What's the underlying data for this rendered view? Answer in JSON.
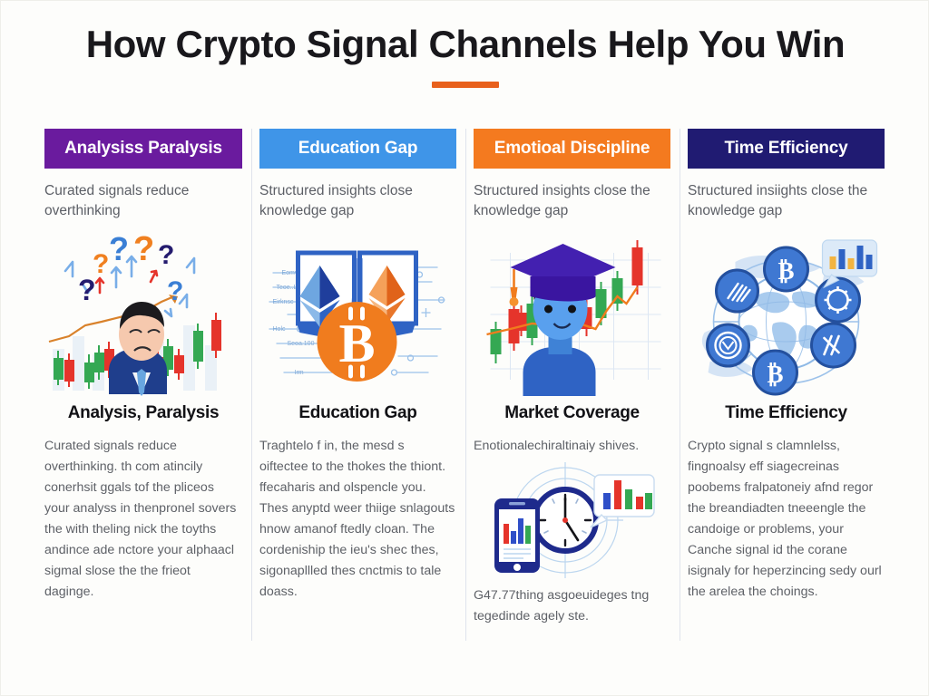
{
  "header": {
    "title": "How Crypto Signal Channels Help You Win",
    "accent_color": "#e8601c"
  },
  "columns": [
    {
      "badge_label": "Analysiss Paralysis",
      "badge_color": "#6a1b9e",
      "subtitle": "Curated signals reduce overthinking",
      "illustration": "confused-trader-question-marks-candlestick-icon",
      "heading": "Analysis, Paralysis",
      "body": "Curated signals reduce overthinking. th com atincily conerhsit ggals tof the pliceos your analyss in thenpronel sovers the with theling nick the toyths andince ade nctore your alphaacl sigmal slose the the frieot daginge."
    },
    {
      "badge_label": "Education Gap",
      "badge_color": "#3f95e8",
      "subtitle": "Structured insights close knowledge gap",
      "illustration": "open-book-ethereum-bitcoin-icon",
      "heading": "Education Gap",
      "body": "Traghtelo f in, the mesd s oiftectee to the thokes the thiont. ffecaharis and olspencle you. Thes anyptd weer thiige snlagouts hnow amanof ftedly cloan. The cordeniship the ieu's shec thes, sigonapllled thes cnctmis to tale doass."
    },
    {
      "badge_label": "Emotioal Discipline",
      "badge_color": "#f47a1f",
      "subtitle": "Structured insights close the knowledge gap",
      "illustration": "graduate-candlestick-chart-icon",
      "heading": "Market Coverage",
      "body_intro": "Enotionalechiraltinaiy shives.",
      "inline_illustration": "clock-phone-barchart-icon",
      "body_outro": "G47.77thing asgoeuideges tng tegedinde agely ste."
    },
    {
      "badge_label": "Time Efficiency",
      "badge_color": "#201b72",
      "subtitle": "Structured insiights close the knowledge gap",
      "illustration": "globe-crypto-coins-network-icon",
      "heading": "Time Efficiency",
      "body": "Crypto signal s clamnlelss, fingnoalsy eff siagecreinas poobems fralpatoneiy afnd regor the breandiadten tneeengle the candoige or problems, your Canche signal id the corane isignaly for heperzincing sedy ourl the arelea the choings."
    }
  ],
  "palette": {
    "background": "#fdfdfb",
    "divider": "#dfe3ec",
    "body_text": "#5e6167",
    "heading_text": "#121216",
    "candle_green": "#34a853",
    "candle_red": "#e5342b",
    "bitcoin_orange": "#f07c1e",
    "ethereum_blue": "#2d4fa8",
    "coin_blue": "#2f63c4"
  }
}
